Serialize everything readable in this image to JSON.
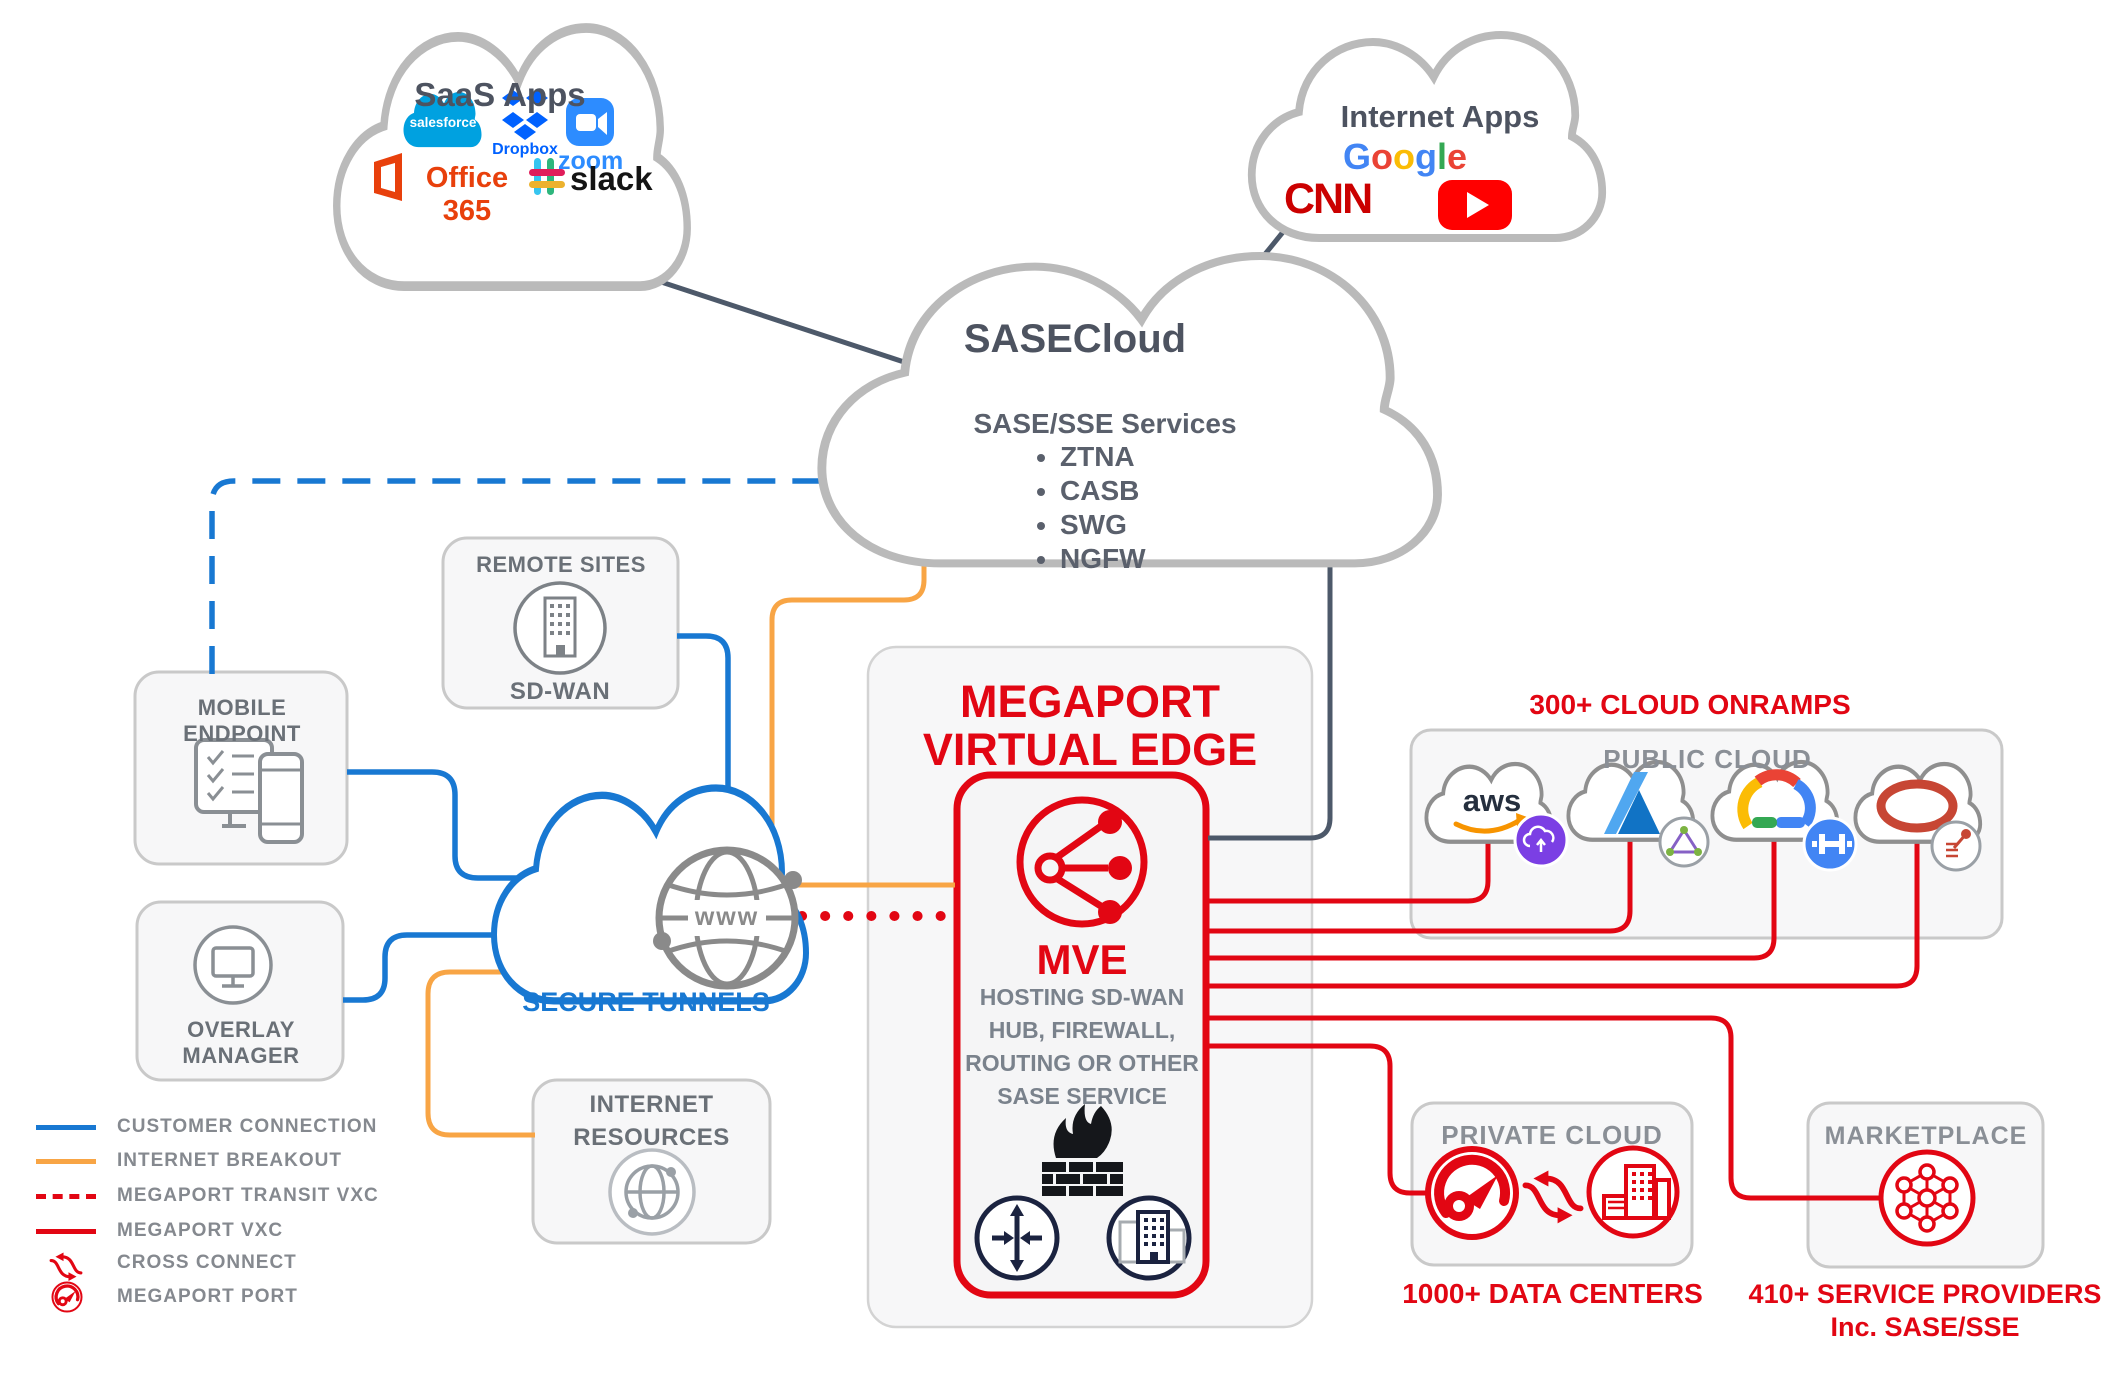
{
  "diagram": {
    "saas_cloud": {
      "title": "SaaS Apps",
      "salesforce": "salesforce",
      "dropbox": "Dropbox",
      "zoom": "zoom",
      "office": "Office 365",
      "slack": "slack"
    },
    "internet_cloud": {
      "title": "Internet Apps",
      "google_letters": [
        "G",
        "o",
        "o",
        "g",
        "l",
        "e"
      ],
      "cnn": "CNN"
    },
    "sase_cloud": {
      "title": "SASECloud",
      "subtitle": "SASE/SSE Services",
      "services": [
        "ZTNA",
        "CASB",
        "SWG",
        "NGFW"
      ]
    },
    "remote_sites": {
      "title": "REMOTE SITES",
      "subtitle": "SD-WAN"
    },
    "mobile_endpoint": {
      "title": "MOBILE ENDPOINT"
    },
    "overlay_manager": {
      "title": "OVERLAY MANAGER"
    },
    "secure_tunnels": {
      "label": "SECURE TUNNELS",
      "globe_text": "www"
    },
    "internet_resources": {
      "line1": "INTERNET",
      "line2": "RESOURCES"
    },
    "mve": {
      "panel_line1": "MEGAPORT",
      "panel_line2": "VIRTUAL EDGE",
      "name": "MVE",
      "desc": [
        "HOSTING SD-WAN",
        "HUB, FIREWALL,",
        "ROUTING OR OTHER",
        "SASE SERVICE"
      ]
    },
    "public_cloud": {
      "onramps": "300+ CLOUD ONRAMPS",
      "title": "PUBLIC CLOUD",
      "aws": "aws"
    },
    "private_cloud": {
      "title": "PRIVATE CLOUD",
      "caption": "1000+ DATA CENTERS"
    },
    "marketplace": {
      "title": "MARKETPLACE",
      "caption1": "410+ SERVICE PROVIDERS",
      "caption2": "Inc. SASE/SSE"
    }
  },
  "legend": {
    "items": [
      {
        "label": "CUSTOMER CONNECTION",
        "swatch": "blue-solid",
        "color": "#1878D2"
      },
      {
        "label": "INTERNET BREAKOUT",
        "swatch": "orange-solid",
        "color": "#F8A545"
      },
      {
        "label": "MEGAPORT TRANSIT VXC",
        "swatch": "red-dashed",
        "color": "#E20613"
      },
      {
        "label": "MEGAPORT VXC",
        "swatch": "red-solid",
        "color": "#E20613"
      },
      {
        "label": "CROSS CONNECT",
        "swatch": "cross-connect-icon",
        "color": "#E20613"
      },
      {
        "label": "MEGAPORT PORT",
        "swatch": "megaport-port-icon",
        "color": "#E20613"
      }
    ]
  },
  "colors": {
    "customer_connection": "#1878D2",
    "internet_breakout": "#F8A545",
    "megaport_red": "#E20613",
    "connector_slate": "#4D596A",
    "cloud_outline": "#BABABA",
    "title_gray": "#6A7077"
  }
}
